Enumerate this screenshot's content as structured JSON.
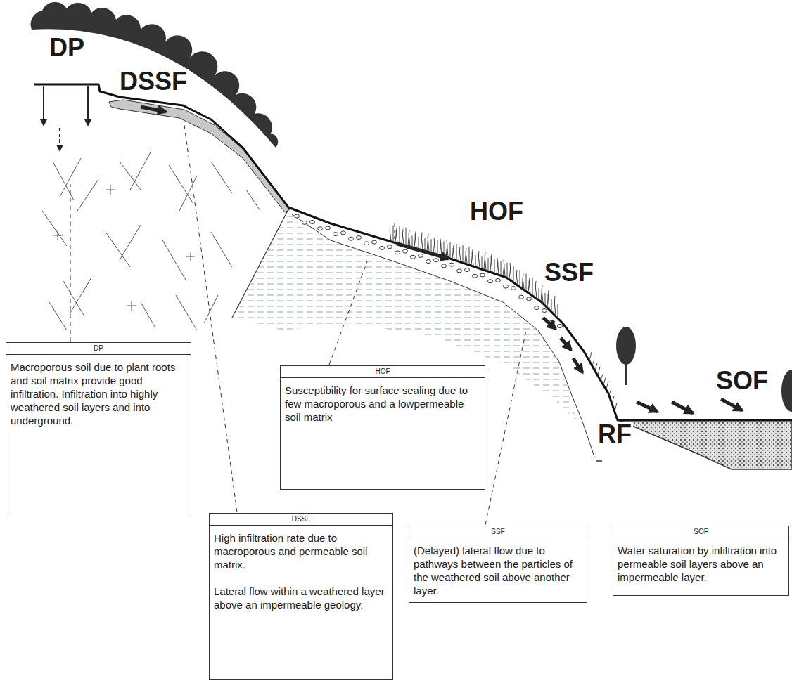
{
  "diagram": {
    "nodes": [
      {
        "text": [
          "DP",
          "Macroporous soil due to plant roots and soil matrix provide good infiltration. Infiltration into highly weathered soil layers and into underground."
        ]
      },
      {
        "text": [
          "HOF",
          "Susceptibility for surface sealing due to few macroporous and a lowpermeable soil matrix"
        ]
      },
      {
        "text": [
          "DSSF",
          "High infiltration rate due to macroporous and permeable soil matrix.",
          "Lateral flow within a weathered layer above an impermeable geology."
        ]
      },
      {
        "text": [
          "SSF",
          "(Delayed) lateral flow due to pathways between the particles of the weathered soil above another layer."
        ]
      },
      {
        "text": [
          "SOF",
          "Water saturation by infiltration into permeable soil layers above an impermeable layer."
        ]
      }
    ],
    "labels": [
      "DP",
      "DSSF",
      "HOF",
      "SSF",
      "RF",
      "SOF"
    ]
  }
}
